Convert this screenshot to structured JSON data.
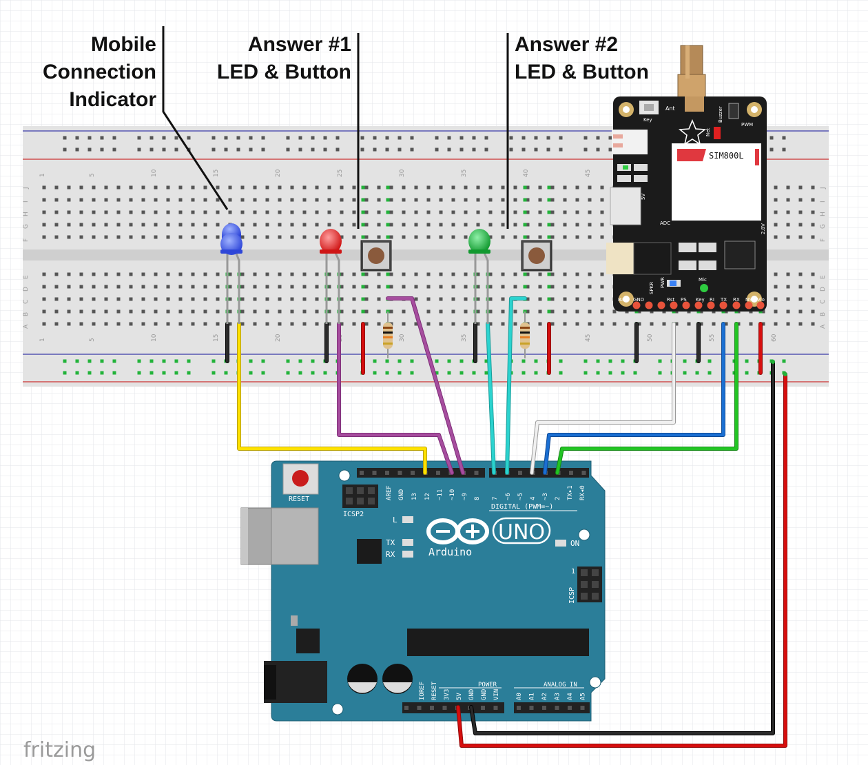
{
  "labels": {
    "indicator": [
      "Mobile",
      "Connection",
      "Indicator"
    ],
    "answer1": [
      "Answer #1",
      "LED & Button"
    ],
    "answer2": [
      "Answer #2",
      "LED & Button"
    ]
  },
  "breadboard": {
    "row_letters_top": [
      "J",
      "I",
      "H",
      "G",
      "F"
    ],
    "row_letters_bottom": [
      "E",
      "D",
      "C",
      "B",
      "A"
    ],
    "column_numbers": [
      "1",
      "5",
      "10",
      "15",
      "20",
      "25",
      "30",
      "35",
      "40",
      "45",
      "50",
      "55",
      "60"
    ]
  },
  "fona": {
    "chip_label": "SIM800L",
    "ant_label": "Ant",
    "key_label": "Key",
    "buzzer_label": "Buzzer",
    "net_label": "Net",
    "pwm_label": "PWM",
    "adc_label": "ADC",
    "v28_label": "2.8V",
    "v5_label": "5V",
    "spkr_label": "SPKR",
    "pwr_label": "PWR",
    "mic_label": "Mic",
    "pin_labels": [
      "Bat",
      "GND",
      "Rst",
      "PS",
      "Key",
      "RI",
      "TX",
      "RX",
      "NS",
      "Vio"
    ]
  },
  "arduino": {
    "reset_label": "RESET",
    "icsp2_label": "ICSP2",
    "icsp_label": "ICSP",
    "digital_label": "DIGITAL (PWM=~)",
    "digital_pins": [
      "AREF",
      "GND",
      "13",
      "12",
      "~11",
      "~10",
      "~9",
      "8",
      "7",
      "~6",
      "~5",
      "4",
      "~3",
      "2",
      "TX▸1",
      "RX◂0"
    ],
    "led_l": "L",
    "led_tx": "TX",
    "led_rx": "RX",
    "on_label": "ON",
    "brand": "Arduino",
    "model": "UNO",
    "power_label": "POWER",
    "analog_label": "ANALOG IN",
    "power_pins": [
      "IOREF",
      "RESET",
      "3V3",
      "5V",
      "GND",
      "GND",
      "VIN"
    ],
    "analog_pins": [
      "A0",
      "A1",
      "A2",
      "A3",
      "A4",
      "A5"
    ],
    "icsp_one": "1"
  },
  "watermark": "fritzing",
  "colors": {
    "breadboard": "#e2e2e2",
    "arduino_board": "#2b7e99",
    "fona_board": "#1b1b1b",
    "wire_yellow": "#ffe100",
    "wire_magenta": "#a64d9e",
    "wire_cyan": "#2bd3cf",
    "wire_white": "#e8e8e8",
    "wire_blue": "#1b6fd2",
    "wire_green": "#22c423",
    "wire_red": "#d60e0e",
    "wire_black": "#1a1a1a",
    "led_blue": "#3d5ef2",
    "led_red": "#e82424",
    "led_green": "#1fb340"
  }
}
